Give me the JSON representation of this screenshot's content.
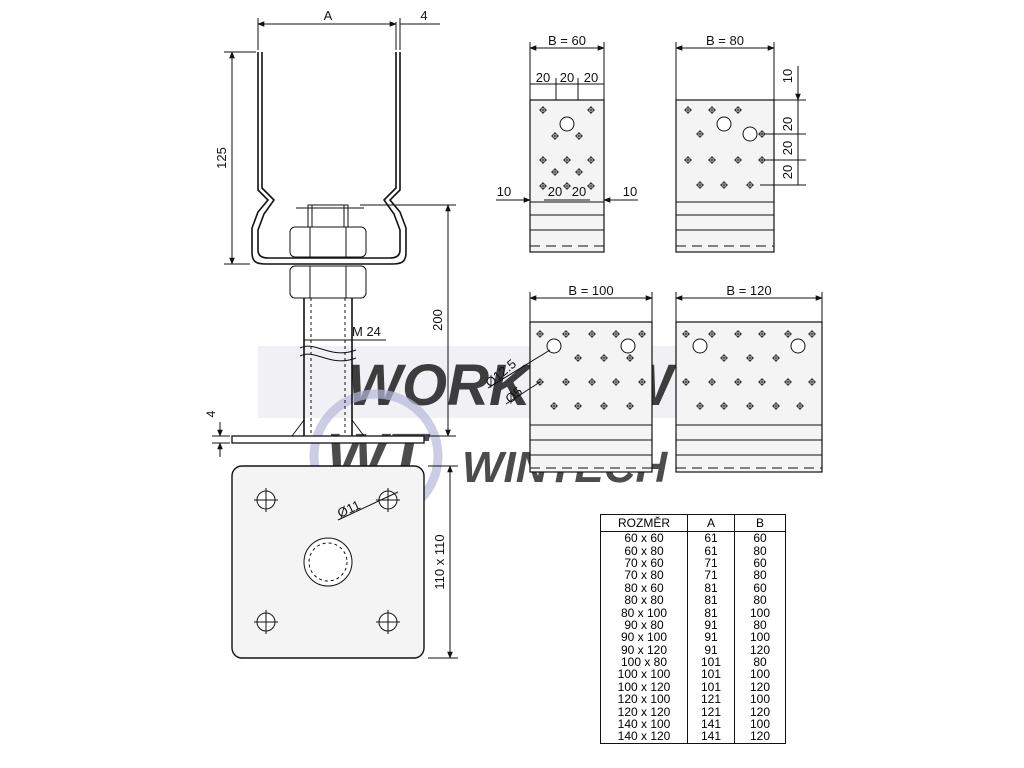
{
  "drawing": {
    "dims": {
      "a": "A",
      "t_top": "4",
      "h125": "125",
      "h200": "200",
      "t_base": "4",
      "m24": "M 24",
      "d11": "Ø11",
      "plate": "110 x 110",
      "b60": "B = 60",
      "b80": "B = 80",
      "b100": "B = 100",
      "b120": "B = 120",
      "d20": "20",
      "d10": "10",
      "d125": "Ø12.5",
      "d5": "Ø5"
    },
    "watermark": {
      "top": "WORKNOW",
      "logo": "WT",
      "brand": "WINTECH"
    }
  },
  "table": {
    "headers": [
      "ROZMĚR",
      "A",
      "B"
    ],
    "rows": [
      [
        "60 x 60",
        "61",
        "60"
      ],
      [
        "60 x 80",
        "61",
        "80"
      ],
      [
        "70 x 60",
        "71",
        "60"
      ],
      [
        "70 x 80",
        "71",
        "80"
      ],
      [
        "80 x 60",
        "81",
        "60"
      ],
      [
        "80 x 80",
        "81",
        "80"
      ],
      [
        "80 x 100",
        "81",
        "100"
      ],
      [
        "90 x 80",
        "91",
        "80"
      ],
      [
        "90 x 100",
        "91",
        "100"
      ],
      [
        "90 x 120",
        "91",
        "120"
      ],
      [
        "100 x 80",
        "101",
        "80"
      ],
      [
        "100 x 100",
        "101",
        "100"
      ],
      [
        "100 x 120",
        "101",
        "120"
      ],
      [
        "120 x 100",
        "121",
        "100"
      ],
      [
        "120 x 120",
        "121",
        "120"
      ],
      [
        "140 x 100",
        "141",
        "100"
      ],
      [
        "140 x 120",
        "141",
        "120"
      ]
    ]
  }
}
